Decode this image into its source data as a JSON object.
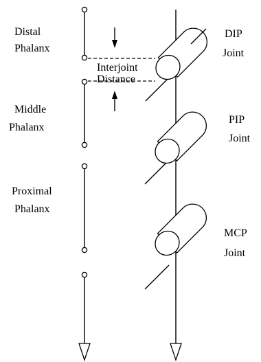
{
  "labels": {
    "distal_line1": "Distal",
    "distal_line2": "Phalanx",
    "middle_line1": "Middle",
    "middle_line2": "Phalanx",
    "proximal_line1": "Proximal",
    "proximal_line2": "Phalanx",
    "interjoint_line1": "Interjoint",
    "interjoint_line2": "Distance",
    "dip_line1": "DIP",
    "dip_line2": "Joint",
    "pip_line1": "PIP",
    "pip_line2": "Joint",
    "mcp_line1": "MCP",
    "mcp_line2": "Joint"
  },
  "colors": {
    "line": "#000000",
    "background": "#ffffff"
  }
}
